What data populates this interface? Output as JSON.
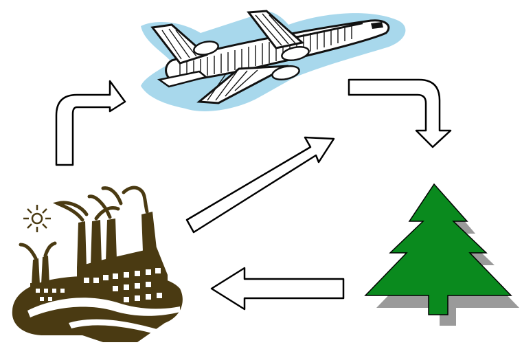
{
  "diagram": {
    "nodes": [
      {
        "id": "factory",
        "icon": "factory-icon"
      },
      {
        "id": "airplane",
        "icon": "airplane-icon"
      },
      {
        "id": "tree",
        "icon": "pine-tree-icon"
      }
    ],
    "edges": [
      {
        "from": "factory",
        "to": "airplane",
        "style": "bent-arrow"
      },
      {
        "from": "factory",
        "to": "airplane",
        "style": "straight-arrow"
      },
      {
        "from": "airplane",
        "to": "tree",
        "style": "bent-arrow"
      },
      {
        "from": "tree",
        "to": "factory",
        "style": "straight-arrow"
      }
    ]
  },
  "colors": {
    "factory": "#4a3a12",
    "airplane_halo": "#a8d8ec",
    "airplane_ink": "#111111",
    "tree": "#0a8a1e",
    "tree_shadow": "#9a9a9a",
    "arrow_fill": "#ffffff",
    "arrow_stroke": "#000000"
  }
}
